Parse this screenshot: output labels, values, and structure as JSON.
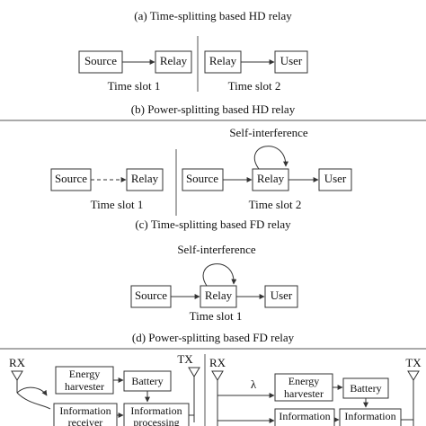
{
  "panels": {
    "a": {
      "caption": "(a) Time-splitting based HD relay",
      "slot1": {
        "source": "Source",
        "relay": "Relay",
        "label": "Time slot 1"
      },
      "slot2": {
        "relay": "Relay",
        "user": "User",
        "label": "Time slot 2"
      }
    },
    "b": {
      "caption": "(b) Power-splitting based HD relay",
      "slot1": {
        "source": "Source",
        "relay": "Relay",
        "label": "Time slot 1"
      },
      "slot2": {
        "self_interference": "Self-interference",
        "source": "Source",
        "relay": "Relay",
        "user": "User",
        "label": "Time slot 2"
      }
    },
    "c": {
      "caption": "(c) Time-splitting based FD relay",
      "self_interference": "Self-interference",
      "source": "Source",
      "relay": "Relay",
      "user": "User",
      "label": "Time slot 1"
    },
    "d": {
      "caption": "(d) Power-splitting based FD relay",
      "left": {
        "rx": "RX",
        "tx": "TX",
        "energy1": "Energy",
        "energy2": "harvester",
        "battery": "Battery",
        "info_rx1": "Information",
        "info_rx2": "receiver",
        "info_proc1": "Information",
        "info_proc2": "processing"
      },
      "right": {
        "rx": "RX",
        "tx": "TX",
        "lambda": "λ",
        "energy1": "Energy",
        "energy2": "harvester",
        "battery": "Battery",
        "info_rx1": "Information",
        "info_proc1": "Information"
      }
    }
  }
}
